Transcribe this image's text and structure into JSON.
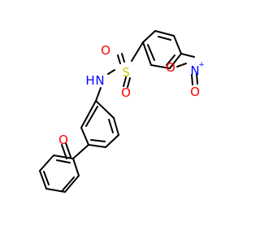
{
  "molecule": {
    "atoms": {
      "sulfonyl_o_top": {
        "text": "O",
        "color": "#ff0000"
      },
      "sulfur": {
        "text": "S",
        "color": "#cccc00"
      },
      "sulfonyl_o_bottom": {
        "text": "O",
        "color": "#ff0000"
      },
      "amine_n": {
        "text": "N",
        "color": "#0000ff"
      },
      "amine_h": {
        "text": "H",
        "color": "#0000ff"
      },
      "nitro_n": {
        "text": "N",
        "color": "#0000ff"
      },
      "nitro_n_charge": {
        "text": "+",
        "color": "#0000ff"
      },
      "nitro_o_left": {
        "text": "O",
        "color": "#ff0000"
      },
      "nitro_o_left_charge": {
        "text": "-",
        "color": "#ff0000"
      },
      "nitro_o_bottom": {
        "text": "O",
        "color": "#ff0000"
      },
      "carbonyl_o": {
        "text": "O",
        "color": "#ff0000"
      }
    },
    "bond_color": "#000000"
  }
}
